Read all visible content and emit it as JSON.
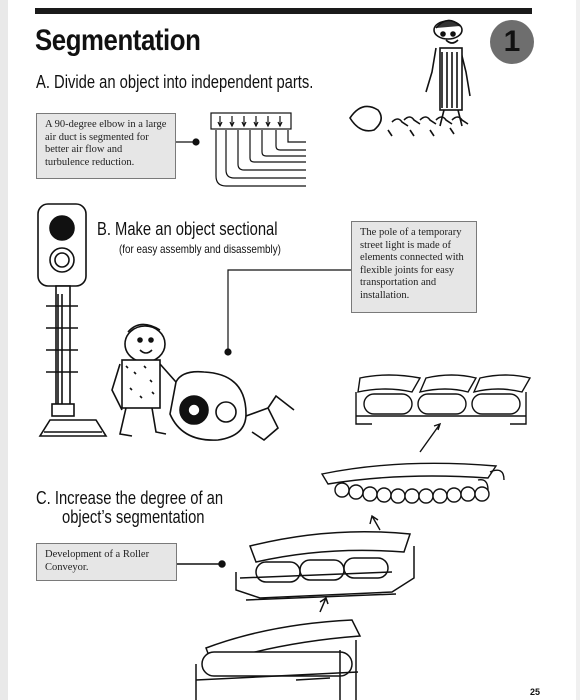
{
  "header": {
    "title": "Segmentation",
    "badge": "1"
  },
  "sections": {
    "a": {
      "heading_bold": "A.  Divide an object into",
      "heading_light": "independent",
      "heading_tail": "parts.",
      "note": "A 90-degree elbow in a large air duct is segmented for better air flow and turbulence reduction."
    },
    "b": {
      "heading_bold": "B.  Make an object",
      "heading_light": "sectional",
      "sub_a": "(for easy assembly and",
      "sub_b": "disassembly)",
      "note": "The pole of a temporary street light is made of elements connected with flexible joints for easy transportation and installation."
    },
    "c": {
      "heading_line1": "C.  Increase the degree of an",
      "heading_line2": "object’s segmentation",
      "note": "Development of a Roller Conveyor."
    }
  },
  "footer": {
    "page_number": "25"
  },
  "colors": {
    "rule": "#1a1a1a",
    "note_bg": "#e6e6e6",
    "badge": "#6e6e6e"
  }
}
